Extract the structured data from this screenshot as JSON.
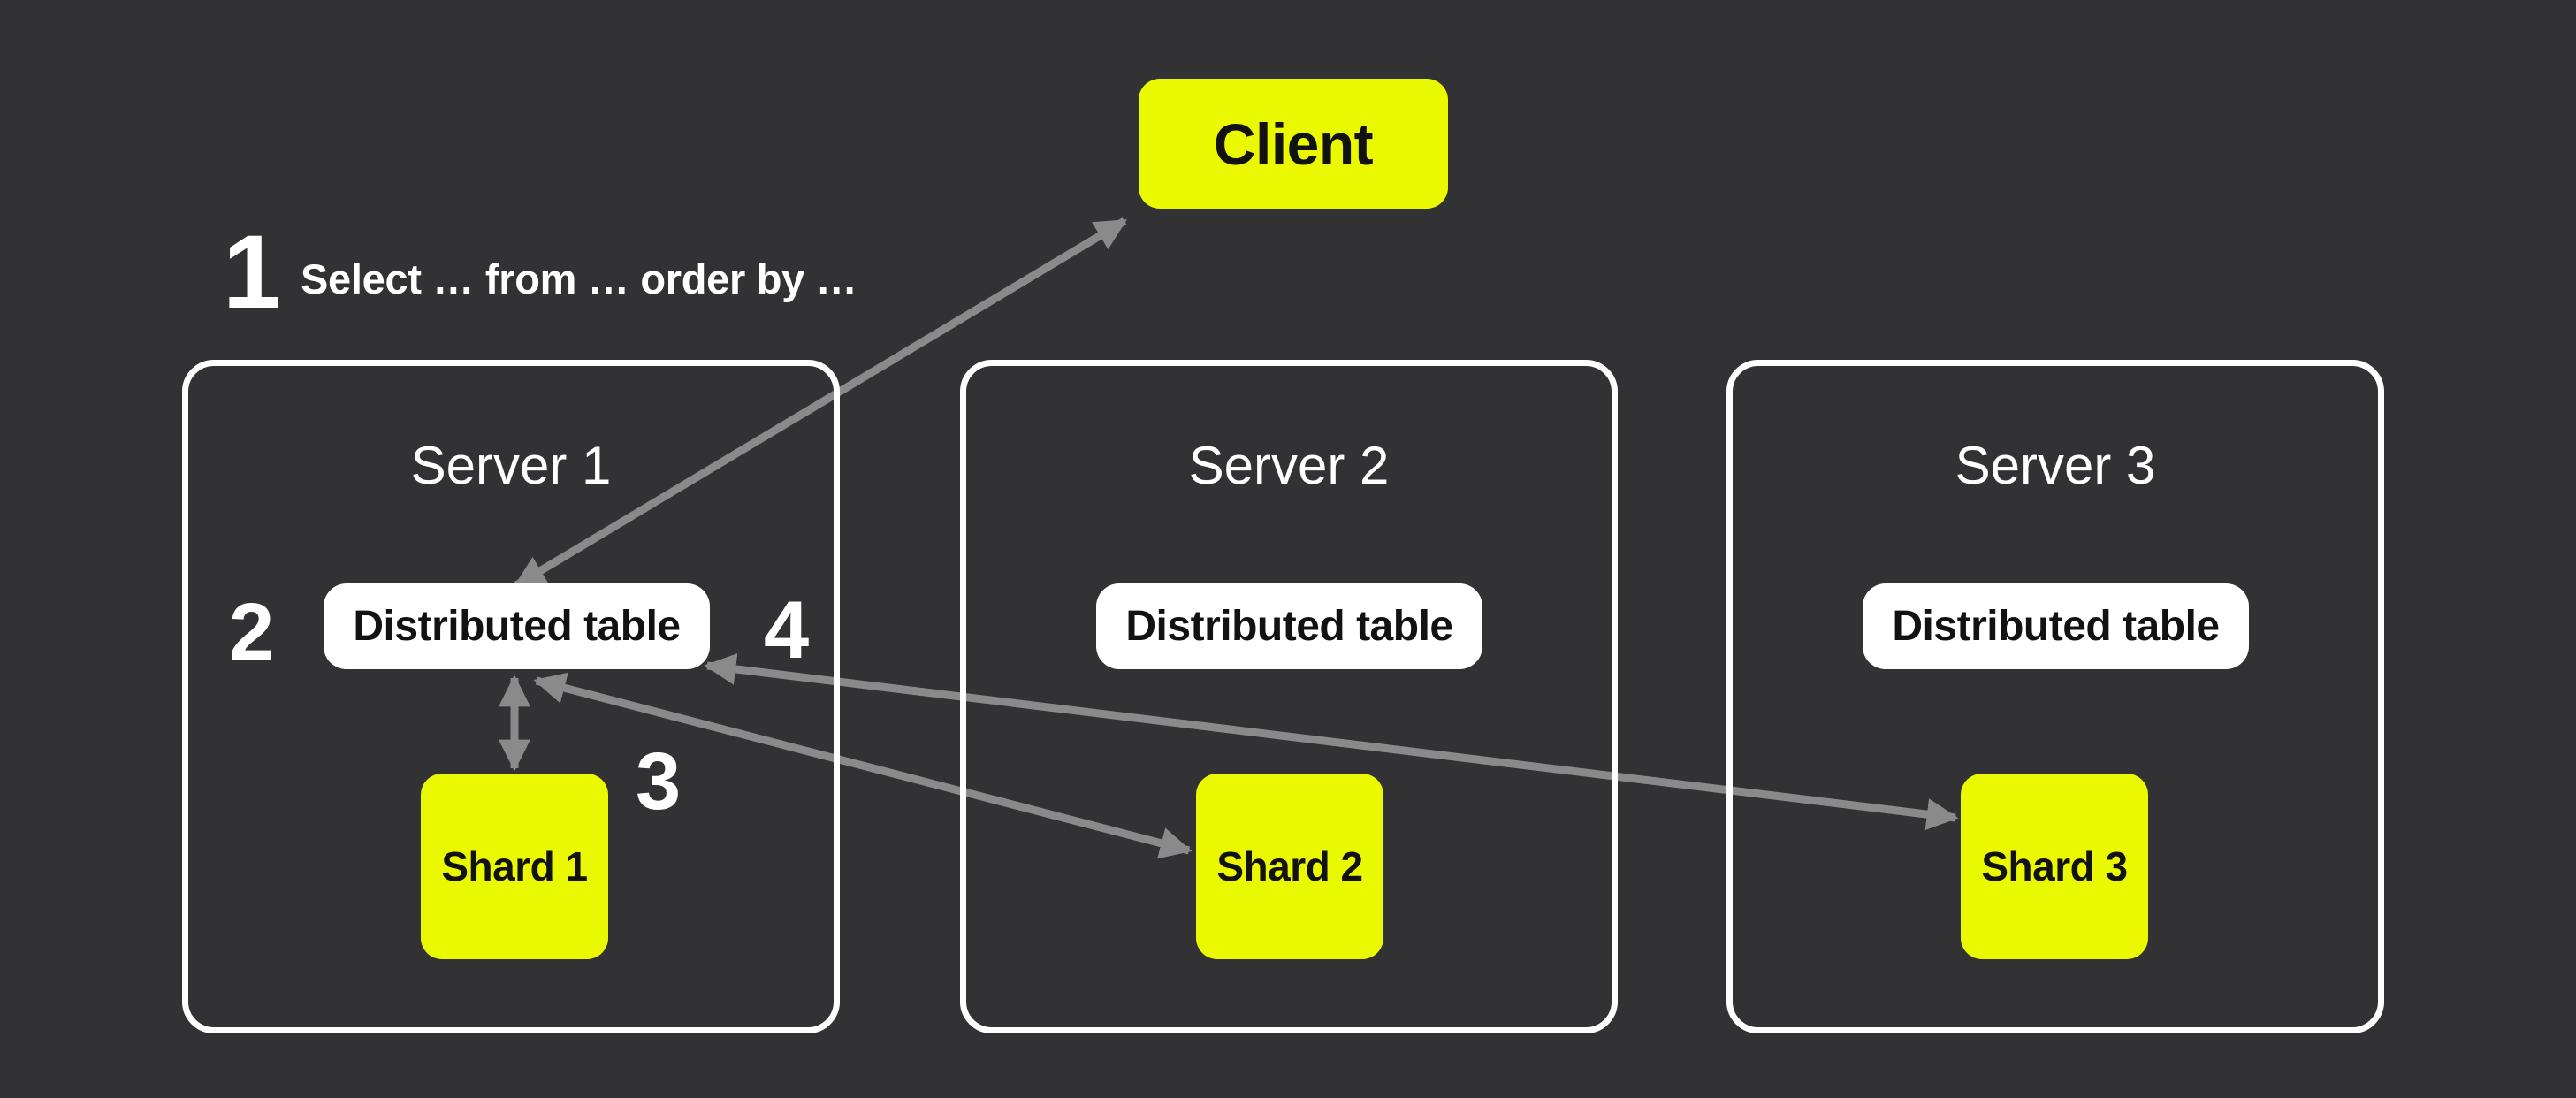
{
  "colors": {
    "background": "#323234",
    "accent_yellow": "#EAF800",
    "node_white": "#FFFFFF",
    "arrow_gray": "#8A8A8A",
    "text_dark": "#121212",
    "text_light": "#FFFFFF"
  },
  "client": {
    "label": "Client"
  },
  "flow_steps": {
    "step1": {
      "number": "1",
      "text": "Select … from … order by …"
    },
    "step2": {
      "number": "2"
    },
    "step3": {
      "number": "3"
    },
    "step4": {
      "number": "4"
    }
  },
  "servers": [
    {
      "name": "Server 1",
      "table_label": "Distributed table",
      "shard_label": "Shard 1"
    },
    {
      "name": "Server 2",
      "table_label": "Distributed table",
      "shard_label": "Shard 2"
    },
    {
      "name": "Server 3",
      "table_label": "Distributed table",
      "shard_label": "Shard 3"
    }
  ],
  "connections": [
    {
      "from": "distributed-table-1",
      "to": "client",
      "bidirectional": true
    },
    {
      "from": "distributed-table-1",
      "to": "shard-1",
      "bidirectional": true
    },
    {
      "from": "distributed-table-1",
      "to": "shard-2",
      "bidirectional": true
    },
    {
      "from": "distributed-table-1",
      "to": "shard-3",
      "bidirectional": true
    }
  ]
}
